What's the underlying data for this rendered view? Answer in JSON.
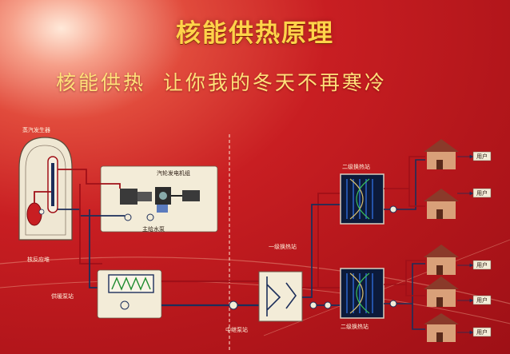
{
  "title": "核能供热原理",
  "subtitle": "核能供热  让你我的冬天不再寒冷",
  "labels": {
    "steam_generator": "蒸汽发生器",
    "reactor": "核反应堆",
    "turbine_station": "汽轮发电机组",
    "feed_pump": "主给水泵",
    "heating_pump": "供暖泵站",
    "primary_station": "一级换热站",
    "mid_pump": "中继泵站",
    "secondary_station_top": "二级换热站",
    "secondary_station_bottom": "二级换热站",
    "users": [
      "用户",
      "用户",
      "用户",
      "用户",
      "用户"
    ]
  },
  "colors": {
    "background": "#c81e22",
    "title": "#ffd34a",
    "panel": "#f3ecd8",
    "hot_pipe": "#a01018",
    "cold_pipe": "#1c2e5a",
    "exchanger_fill": "#0c1a3a"
  }
}
